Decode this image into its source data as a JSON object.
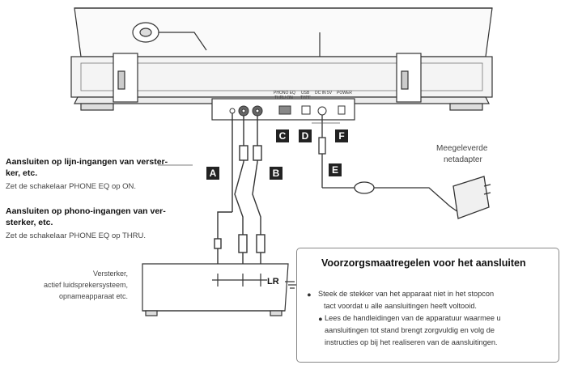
{
  "badges": {
    "a": "A",
    "b": "B",
    "c": "C",
    "d": "D",
    "e": "E",
    "f": "F"
  },
  "panel_labels": {
    "phono_eq": "PHONO EQ",
    "phono_eq_states": "THRU ON",
    "usb": "USB",
    "usb_sub": "TYPE",
    "dc_in": "DC IN 5V",
    "power": "POWER"
  },
  "left_notes": {
    "line_heading_1": "Aansluiten op lijn-ingangen van verster-",
    "line_heading_2": "ker, etc.",
    "line_sub": "Zet de schakelaar PHONE EQ op ON.",
    "phono_heading_1": "Aansluiten op phono-ingangen van ver-",
    "phono_heading_2": "sterker, etc.",
    "phono_sub": "Zet de schakelaar PHONE EQ op THRU."
  },
  "adapter_label_1": "Meegeleverde",
  "adapter_label_2": "netadapter",
  "amp_label_1": "Versterker,",
  "amp_label_2": "actief luidsprekersysteem,",
  "amp_label_3": "opnameapparaat etc.",
  "lr_label": "LR",
  "notice": {
    "title": "Voorzorgsmaatregelen voor het aansluiten",
    "line1": "Steek de stekker van het apparaat niet in het stopcon",
    "line2": "tact voordat u alle aansluitingen heeft voltooid.",
    "line3": "Lees de handleidingen van de apparatuur waarmee u",
    "line4": "aansluitingen tot stand brengt zorgvuldig en volg de",
    "line5": "instructies op bij het realiseren van de aansluitingen."
  }
}
